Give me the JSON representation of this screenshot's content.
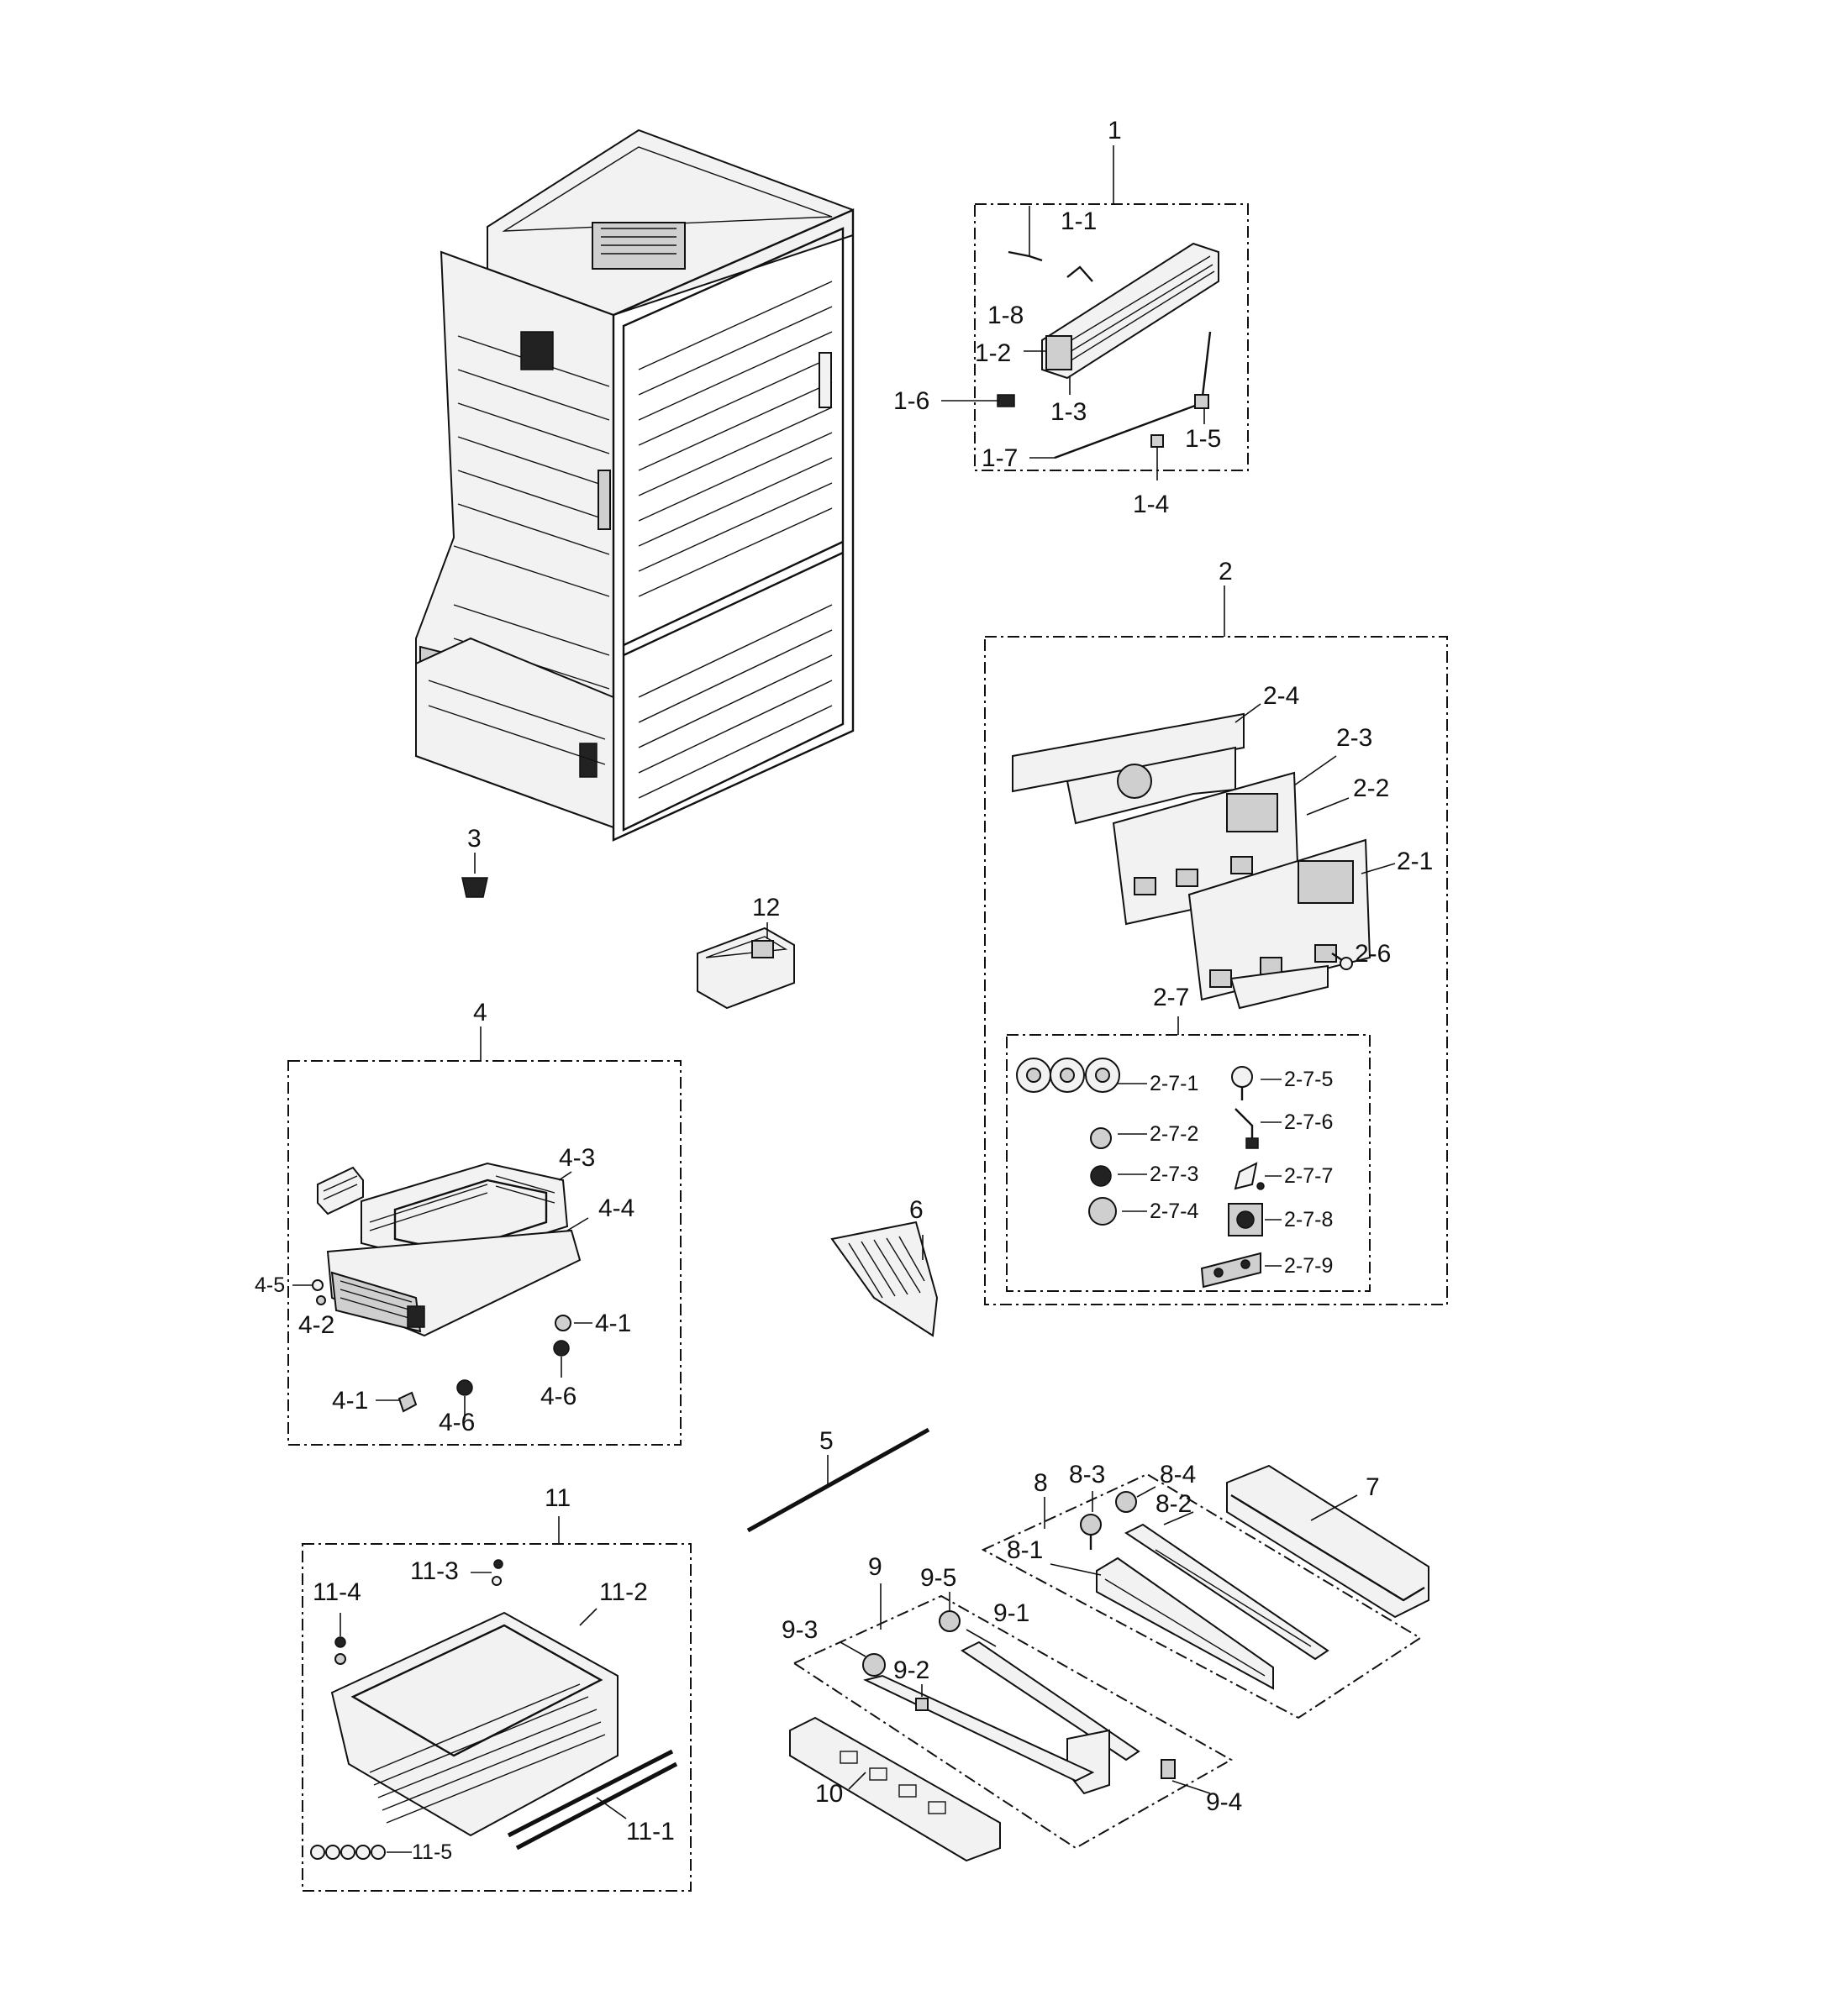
{
  "labels": {
    "p1": "1",
    "p1_1": "1-1",
    "p1_2": "1-2",
    "p1_3": "1-3",
    "p1_4": "1-4",
    "p1_5": "1-5",
    "p1_6": "1-6",
    "p1_7": "1-7",
    "p1_8": "1-8",
    "p2": "2",
    "p2_1": "2-1",
    "p2_2": "2-2",
    "p2_3": "2-3",
    "p2_4": "2-4",
    "p2_6": "2-6",
    "p2_7": "2-7",
    "p2_7_1": "2-7-1",
    "p2_7_2": "2-7-2",
    "p2_7_3": "2-7-3",
    "p2_7_4": "2-7-4",
    "p2_7_5": "2-7-5",
    "p2_7_6": "2-7-6",
    "p2_7_7": "2-7-7",
    "p2_7_8": "2-7-8",
    "p2_7_9": "2-7-9",
    "p3": "3",
    "p4": "4",
    "p4_1a": "4-1",
    "p4_1b": "4-1",
    "p4_2": "4-2",
    "p4_3": "4-3",
    "p4_4": "4-4",
    "p4_5": "4-5",
    "p4_6a": "4-6",
    "p4_6b": "4-6",
    "p5": "5",
    "p6": "6",
    "p7": "7",
    "p8": "8",
    "p8_1": "8-1",
    "p8_2": "8-2",
    "p8_3": "8-3",
    "p8_4": "8-4",
    "p9": "9",
    "p9_1": "9-1",
    "p9_2": "9-2",
    "p9_3": "9-3",
    "p9_4": "9-4",
    "p9_5": "9-5",
    "p10": "10",
    "p11": "11",
    "p11_1": "11-1",
    "p11_2": "11-2",
    "p11_3": "11-3",
    "p11_4": "11-4",
    "p11_5": "11-5",
    "p12": "12"
  }
}
